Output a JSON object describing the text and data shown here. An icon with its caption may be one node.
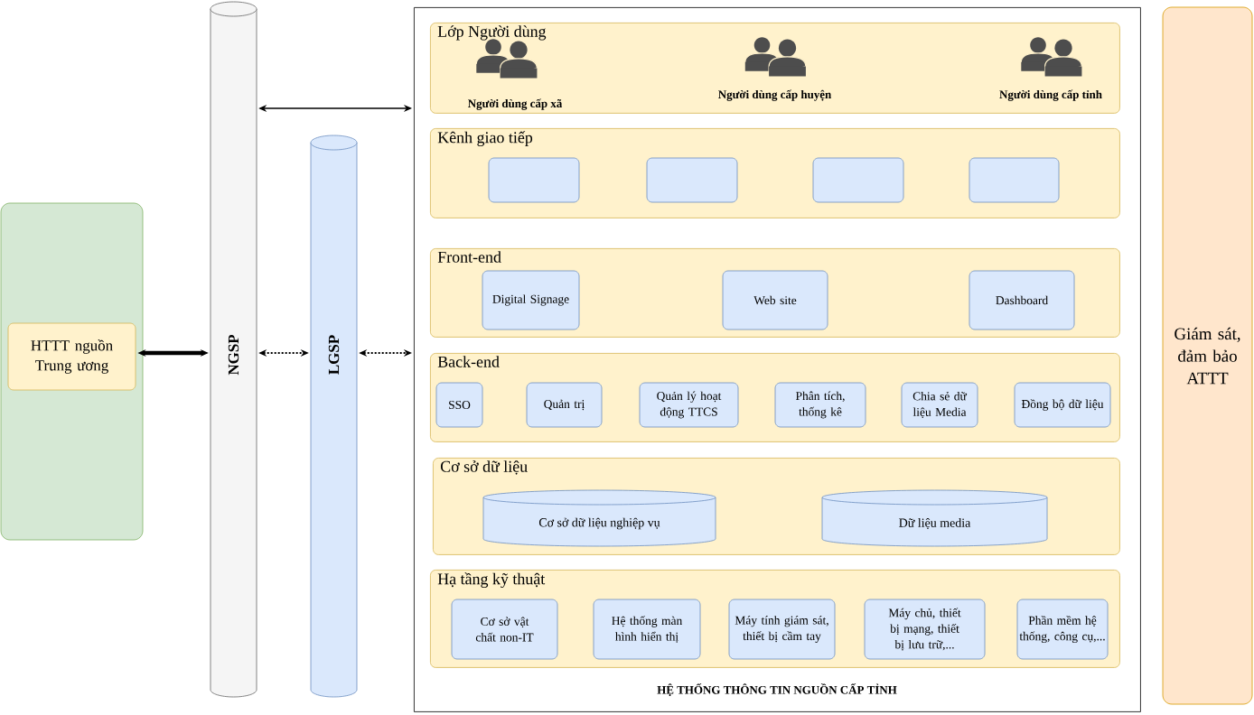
{
  "diagram": {
    "nodes": [
      {
        "text": [
          "HỆ THỐNG THÔNG TIN NGUỒN CẤP TỈNH"
        ]
      },
      {
        "text": [
          "Lớp Người dùng"
        ],
        "in": 0
      },
      {
        "text": [
          "Người dùng cấp xã"
        ],
        "in": 1
      },
      {
        "text": [
          "Người dùng cấp huyện"
        ],
        "in": 1
      },
      {
        "text": [
          "Người dùng cấp tỉnh"
        ],
        "in": 1
      },
      {
        "text": [
          "Kênh giao tiếp"
        ],
        "in": 0
      },
      {
        "text": [],
        "shape": "box",
        "in": 5
      },
      {
        "text": [],
        "shape": "box",
        "in": 5
      },
      {
        "text": [],
        "shape": "box",
        "in": 5
      },
      {
        "text": [],
        "shape": "box",
        "in": 5
      },
      {
        "text": [
          "Front-end"
        ],
        "in": 0
      },
      {
        "text": [
          "Digital Signage"
        ],
        "in": 10
      },
      {
        "text": [
          "Web site"
        ],
        "in": 10
      },
      {
        "text": [
          "Dashboard"
        ],
        "in": 10
      },
      {
        "text": [
          "Back-end"
        ],
        "in": 0
      },
      {
        "text": [
          "SSO"
        ],
        "in": 14
      },
      {
        "text": [
          "Quản trị"
        ],
        "in": 14
      },
      {
        "text": [
          "Quản lý hoạt động TTCS"
        ],
        "in": 14
      },
      {
        "text": [
          "Phân tích, thống kê"
        ],
        "in": 14
      },
      {
        "text": [
          "Chia sẻ dữ liệu Media"
        ],
        "in": 14
      },
      {
        "text": [
          "Đồng bộ dữ liệu"
        ],
        "in": 14
      },
      {
        "text": [
          "Cơ sở dữ liệu"
        ],
        "in": 0
      },
      {
        "text": [
          "Cơ sở dữ liệu nghiệp vụ"
        ],
        "in": 21
      },
      {
        "text": [
          "Dữ liệu media"
        ],
        "in": 21
      },
      {
        "text": [
          "Hạ tầng kỹ thuật"
        ],
        "in": 0
      },
      {
        "text": [
          "Cơ sở vật chất non-IT"
        ],
        "in": 24
      },
      {
        "text": [
          "Hệ thống màn hình hiển thị"
        ],
        "in": 24
      },
      {
        "text": [
          "Máy tính giám sát, thiết bị cầm tay"
        ],
        "in": 24
      },
      {
        "text": [
          "Máy chủ, thiết bị mạng, thiết bị lưu trữ,..."
        ],
        "in": 24
      },
      {
        "text": [
          "Phần mềm hệ thống, công cụ,..."
        ],
        "in": 24
      },
      {
        "text": [],
        "shape": "box"
      },
      {
        "text": [
          "HTTT nguồn Trung ương"
        ],
        "in": 30
      },
      {
        "text": [
          "NGSP"
        ]
      },
      {
        "text": [
          "LGSP"
        ]
      },
      {
        "text": [
          "Giám sát, đảm bảo ATTT"
        ]
      }
    ],
    "edges": [
      {
        "from": 31,
        "to": 32,
        "arrow": "both",
        "style": "thick"
      },
      {
        "from": 32,
        "to": 0,
        "arrow": "both"
      },
      {
        "from": 32,
        "to": 33,
        "arrow": "both",
        "style": "dashed"
      },
      {
        "from": 33,
        "to": 0,
        "arrow": "both",
        "style": "dashed"
      }
    ]
  }
}
